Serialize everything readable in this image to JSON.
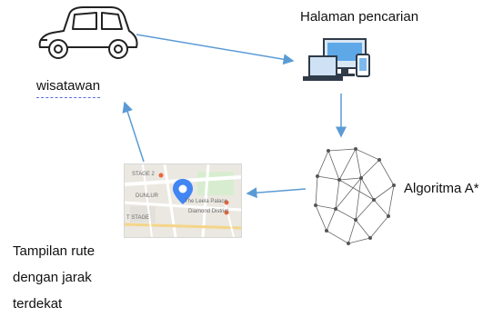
{
  "nodes": {
    "tourist": {
      "label": "wisatawan",
      "icon": "car-icon"
    },
    "search": {
      "label": "Halaman pencarian",
      "icon": "devices-icon"
    },
    "algorithm": {
      "label": "Algoritma A*",
      "icon": "graph-network-icon"
    },
    "result": {
      "label": "Tampilan rute dengan jarak terdekat",
      "icon": "map-icon",
      "map_labels": [
        "STAGE 2",
        "DUNLUR",
        "T STAGE",
        "The Leela Palace",
        "Diamond District"
      ]
    }
  },
  "colors": {
    "arrow": "#5b9bd5",
    "pin": "#4285f4"
  }
}
